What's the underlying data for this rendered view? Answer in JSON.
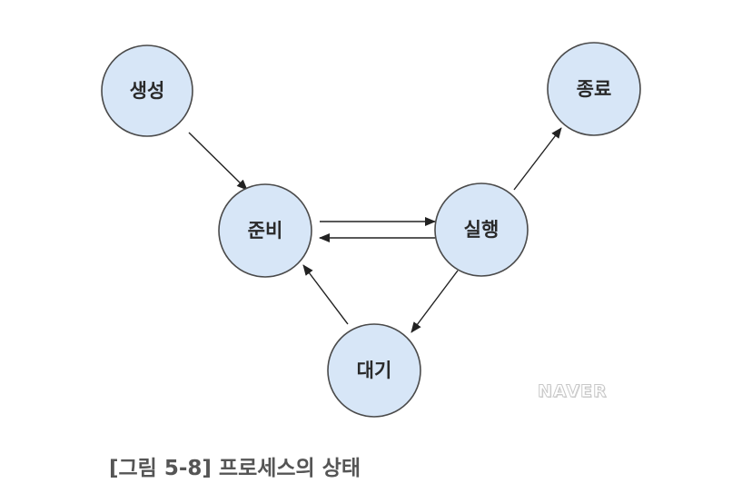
{
  "diagram": {
    "nodes": {
      "create": "생성",
      "ready": "준비",
      "running": "실행",
      "terminate": "종료",
      "waiting": "대기"
    }
  },
  "watermark": "NAVER",
  "caption": "[그림 5-8] 프로세스의 상태",
  "colors": {
    "node_fill": "#d7e6f7",
    "node_stroke": "#4a4a4a",
    "edge": "#222222",
    "caption_text": "#555555"
  }
}
